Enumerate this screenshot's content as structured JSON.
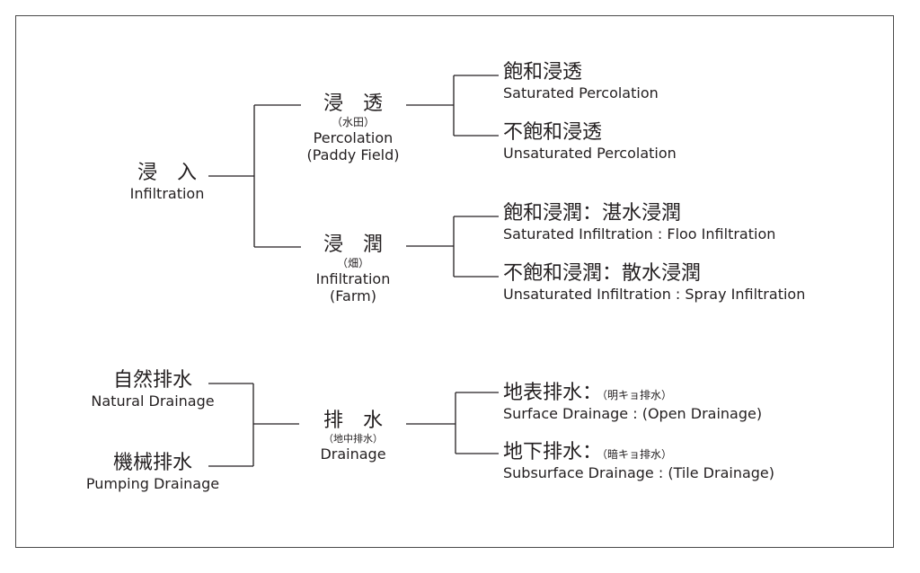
{
  "diagram": {
    "infiltration": {
      "jp": "浸　入",
      "en": "Infiltration",
      "percolation": {
        "jp": "浸　透",
        "note": "（水田）",
        "en1": "Percolation",
        "en2": "(Paddy Field)",
        "saturated": {
          "jp": "飽和浸透",
          "en": "Saturated Percolation"
        },
        "unsaturated": {
          "jp": "不飽和浸透",
          "en": "Unsaturated Percolation"
        }
      },
      "infil_farm": {
        "jp": "浸　潤",
        "note": "（畑）",
        "en1": "Infiltration",
        "en2": "(Farm)",
        "saturated": {
          "jp": "飽和浸潤：湛水浸潤",
          "en": "Saturated Infiltration : Floo Infiltration"
        },
        "unsaturated": {
          "jp": "不飽和浸潤：散水浸潤",
          "en": "Unsaturated Infiltration : Spray Infiltration"
        }
      }
    },
    "drainage": {
      "natural": {
        "jp": "自然排水",
        "en": "Natural Drainage"
      },
      "pumping": {
        "jp": "機械排水",
        "en": "Pumping Drainage"
      },
      "center": {
        "jp": "排　水",
        "note": "（地中排水）",
        "en": "Drainage"
      },
      "surface": {
        "jp": "地表排水：",
        "note": "（明キョ排水）",
        "en": "Surface Drainage : (Open Drainage)"
      },
      "subsurface": {
        "jp": "地下排水：",
        "note": "（暗キョ排水）",
        "en": "Subsurface Drainage : (Tile Drainage)"
      }
    }
  }
}
